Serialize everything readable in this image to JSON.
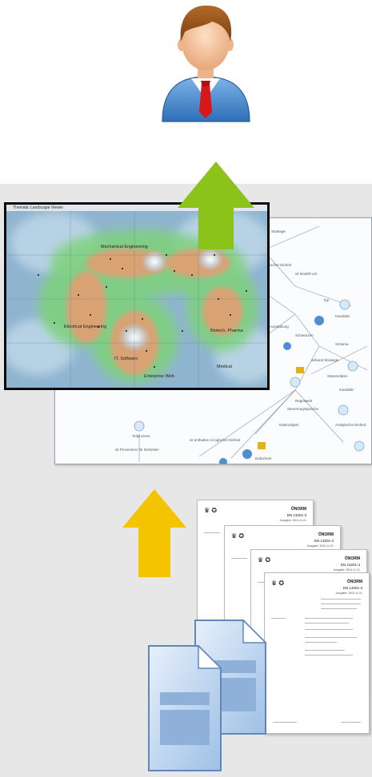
{
  "person": {
    "icon": "businessman-icon"
  },
  "arrows": {
    "top": {
      "icon": "arrow-up-icon",
      "color": "#8cc31b"
    },
    "bottom": {
      "icon": "arrow-up-icon",
      "color": "#f5c400"
    }
  },
  "map_window": {
    "title": "Thematic Landscape Viewer",
    "labels": [
      "Mechanical Engineering",
      "Electrical Engineering",
      "IT, Software",
      "Biotech, Pharma",
      "Medical",
      "Enterprise Web"
    ]
  },
  "graph_window": {
    "labels": [
      "Strategie",
      "ischer Einheit",
      "ist Modell von",
      "Ausstattung",
      "Kandidat",
      "Schema",
      "Stammdaten",
      "Steuerungssprache",
      "anhand Strategie",
      "Regelwerk",
      "Teilprozess",
      "ist Provenienz für Einheiten",
      "ist enthalten in logischer Einheit",
      "Datenobjekt",
      "Analytische Einheit",
      "Kandidat",
      "Dokument",
      "Schaeuzen",
      "Typ"
    ]
  },
  "documents": {
    "org": "ÖNORM",
    "standard": "EN 13201-3",
    "date": "Ausgabe: 2004-11-01"
  },
  "file_icon": "documents-icon"
}
